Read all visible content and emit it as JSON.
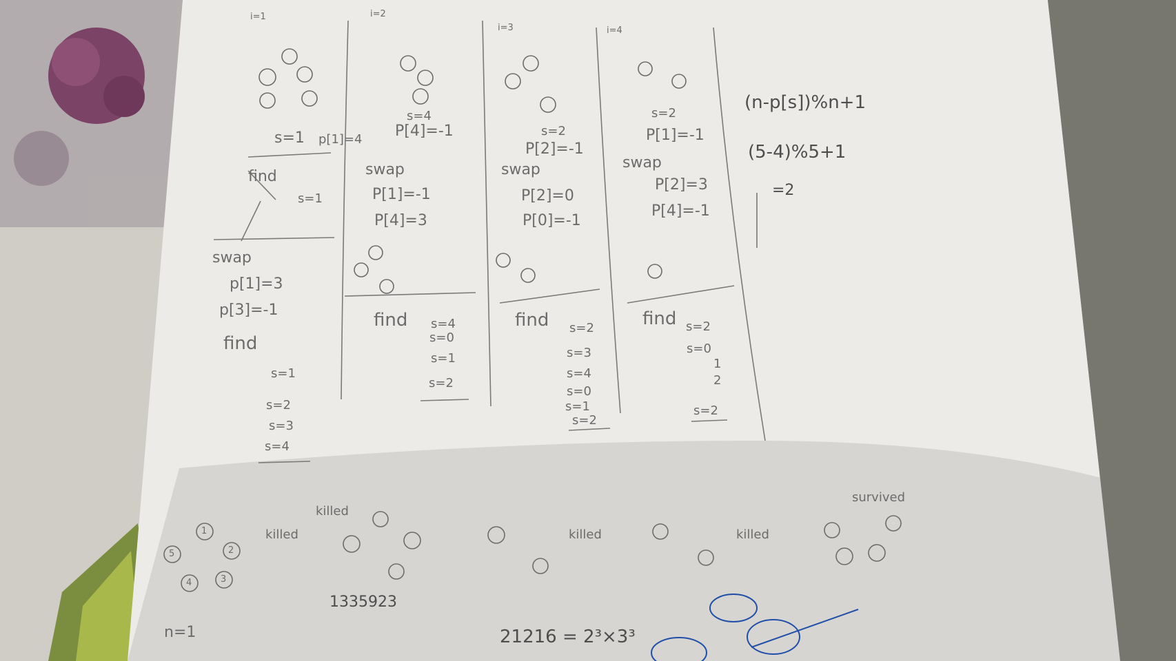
{
  "image": {
    "subject": "handwritten notes on paper",
    "colors": {
      "paper": "#ececea",
      "ink": "#6c6c6c",
      "blue_ink": "#1f4fa8",
      "table": "#9a9a94"
    }
  },
  "notes": {
    "col1": {
      "header": "i=1",
      "s_init": "s=1",
      "p1": "p[1]=4",
      "find": "find",
      "s_eq1": "s=1",
      "swap": "swap",
      "swap_p1": "p[1]=3",
      "swap_p3": "p[3]=-1",
      "find2": "find",
      "seq": [
        "s=1",
        "s=2",
        "s=3",
        "s=4"
      ]
    },
    "col2": {
      "header": "i=2",
      "s4": "s=4",
      "p4": "P[4]=-1",
      "swap": "swap",
      "p1": "P[1]=-1",
      "p4b": "P[4]=3",
      "find": "find",
      "seq": [
        "s=4",
        "s=0",
        "s=1",
        "s=2"
      ]
    },
    "col3": {
      "header": "i=3",
      "s2": "s=2",
      "p2": "P[2]=-1",
      "swap": "swap",
      "p2b": "P[2]=0",
      "p0": "P[0]=-1",
      "find": "find",
      "seq": [
        "s=2",
        "s=3",
        "s=4",
        "s=0",
        "s=1",
        "s=2"
      ]
    },
    "col4": {
      "header": "i=4",
      "s2": "s=2",
      "p1": "P[1]=-1",
      "swap": "swap",
      "p2": "P[2]=3",
      "p4": "P[4]=-1",
      "find": "find",
      "seq": [
        "s=2",
        "s=0",
        "1",
        "2",
        "s=2"
      ]
    },
    "formula": {
      "line1": "(n-p[s])%n+1",
      "line2": "(5-4)%5+1",
      "line3": "=2"
    },
    "bottom": {
      "killed1": "killed",
      "killed2": "killed",
      "killed3": "killed",
      "killed4": "killed",
      "survived": "survived",
      "number": "1335923",
      "product": "21216 = 2³×3³",
      "n1": "n=1"
    },
    "circle_labels": [
      "1",
      "2",
      "3",
      "4",
      "5"
    ]
  }
}
